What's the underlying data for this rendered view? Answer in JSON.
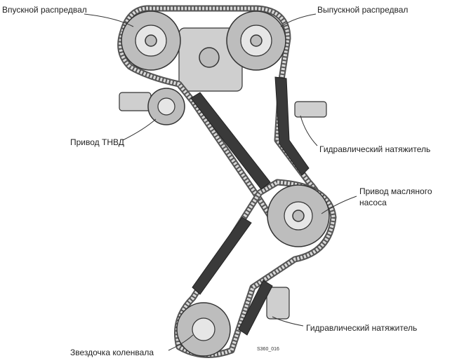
{
  "labels": {
    "intake_camshaft": "Впускной распредвал",
    "exhaust_camshaft": "Выпускной распредвал",
    "hp_pump_drive": "Привод ТНВД",
    "hydraulic_tensioner_upper": "Гидравлический натяжитель",
    "oil_pump_drive_line1": "Привод масляного",
    "oil_pump_drive_line2": "насоса",
    "hydraulic_tensioner_lower": "Гидравлический натяжитель",
    "crankshaft_sprocket": "Звездочка коленвала"
  },
  "figure_code": "S360_016"
}
